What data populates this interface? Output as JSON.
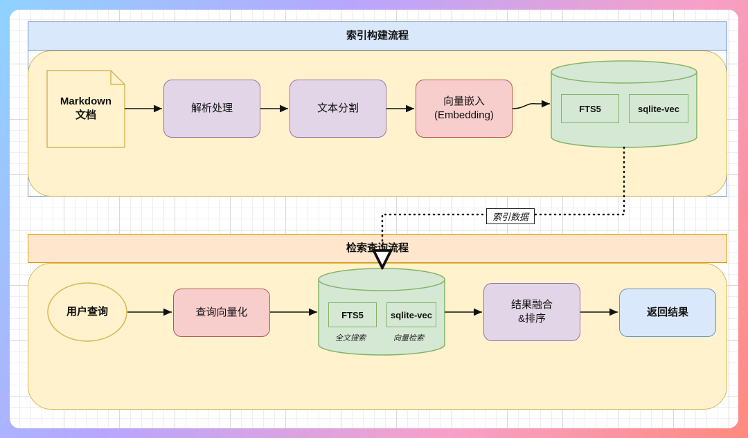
{
  "lanes": {
    "index": {
      "title": "索引构建流程"
    },
    "query": {
      "title": "检索查询流程"
    }
  },
  "index_flow": {
    "doc": "Markdown\n文档",
    "parse": "解析处理",
    "split": "文本分割",
    "embed": "向量嵌入\n(Embedding)",
    "db_fts": "FTS5",
    "db_vec": "sqlite-vec"
  },
  "edge_label": "索引数据",
  "query_flow": {
    "user_query": "用户查询",
    "vectorize": "查询向量化",
    "db_fts": "FTS5",
    "db_vec": "sqlite-vec",
    "fts_caption": "全文搜索",
    "vec_caption": "向量检索",
    "fuse": "结果融合\n&排序",
    "result": "返回结果"
  },
  "colors": {
    "lane_header_blue": "#dae8fc",
    "lane_header_orange": "#ffe6cc",
    "lane_body": "#fff2cc",
    "process_purple": "#e1d5e7",
    "process_red": "#f8cecc",
    "process_blue": "#dae8fc",
    "database_green": "#d5e8d4"
  }
}
